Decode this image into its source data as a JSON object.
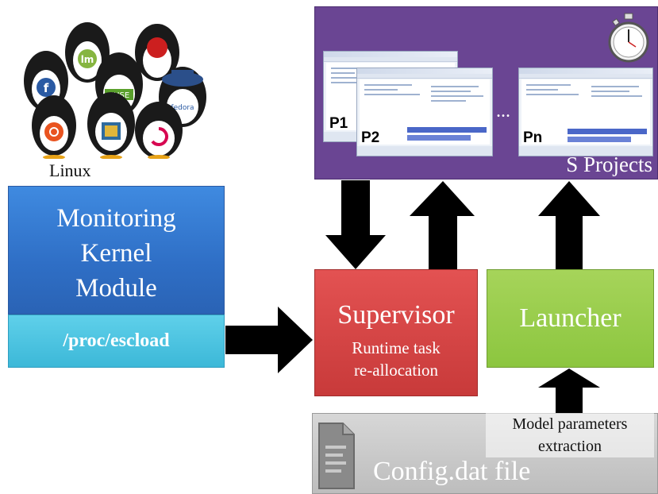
{
  "linux": {
    "label": "Linux"
  },
  "kernel_module": {
    "line1": "Monitoring",
    "line2": "Kernel",
    "line3": "Module",
    "proc": "/proc/escload"
  },
  "projects": {
    "label": "S Projects",
    "p1": "P1",
    "p2": "P2",
    "pn": "Pn",
    "ellipsis": "..."
  },
  "supervisor": {
    "title": "Supervisor",
    "sub1": "Runtime task",
    "sub2": "re-allocation"
  },
  "launcher": {
    "title": "Launcher"
  },
  "config": {
    "label": "Config.dat file",
    "model1": "Model parameters",
    "model2": "extraction"
  },
  "colors": {
    "kernel_blue": "#2f6fc6",
    "proc_cyan": "#3cb8d8",
    "projects_purple": "#6a4593",
    "supervisor_red": "#d64545",
    "launcher_green": "#8cc63f",
    "config_gray": "#c8c8c8",
    "arrow": "#000000"
  }
}
